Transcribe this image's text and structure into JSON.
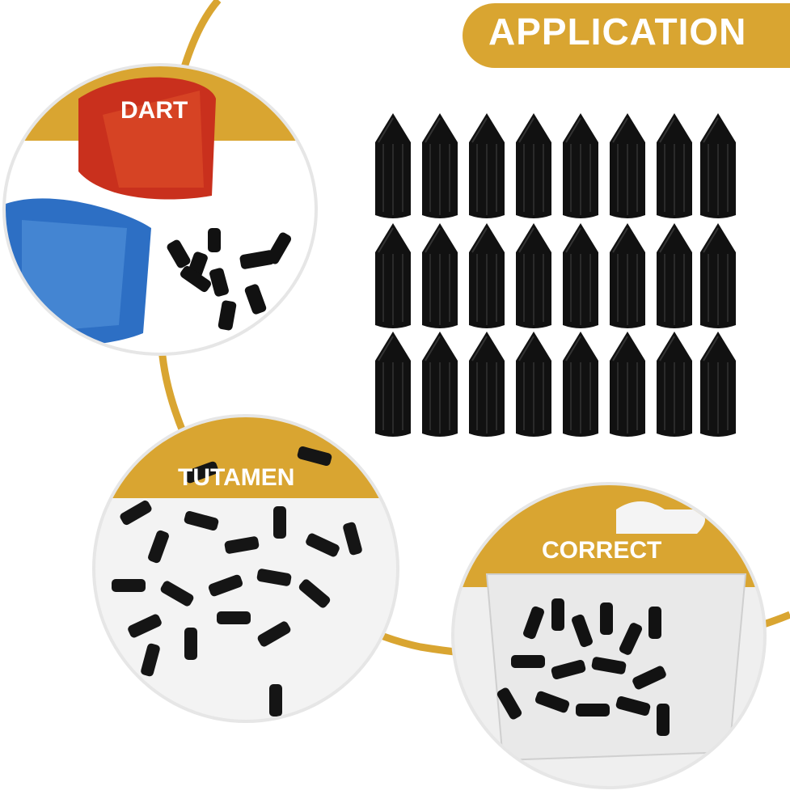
{
  "header": {
    "title": "APPLICATION"
  },
  "circles": {
    "dart": {
      "label": "DART"
    },
    "tutamen": {
      "label": "TUTAMEN"
    },
    "correct": {
      "label": "CORRECT"
    }
  },
  "colors": {
    "accent": "#d9a531",
    "product": "#111111",
    "dart_red": "#c9301d",
    "dart_blue": "#2d6fc4"
  }
}
